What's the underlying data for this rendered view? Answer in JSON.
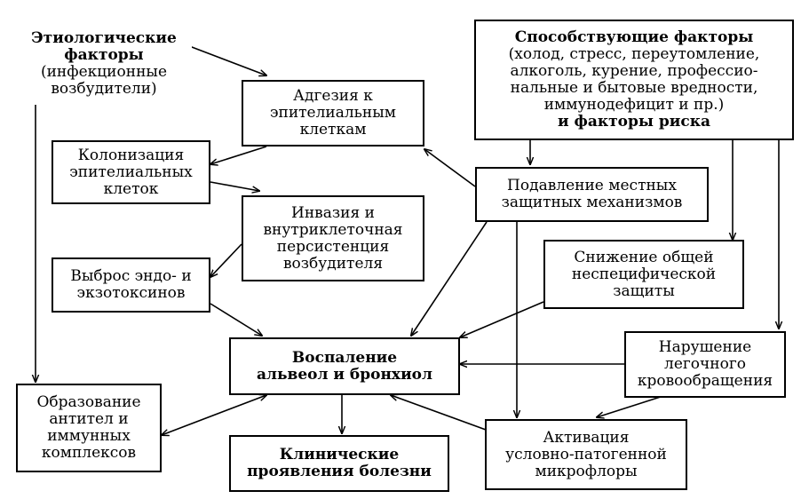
{
  "boxes": {
    "etiology": {
      "title": [
        "Этиологические",
        "факторы"
      ],
      "sub": [
        "(инфекционные",
        "возбудители)"
      ]
    },
    "contributing": {
      "title": "Способствующие факторы",
      "sub": [
        "(холод, стресс, переутомление,",
        "алкоголь, курение, профессио-",
        "нальные и бытовые вредности,",
        "иммунодефицит и пр.)"
      ],
      "tail": "и факторы риска"
    },
    "adhesion": [
      "Адгезия к",
      "эпителиальным",
      "клеткам"
    ],
    "colonization": [
      "Колонизация",
      "эпителиальных",
      "клеток"
    ],
    "suppression": [
      "Подавление местных",
      "защитных механизмов"
    ],
    "invasion": [
      "Инвазия и",
      "внутриклеточная",
      "персистенция",
      "возбудителя"
    ],
    "toxins": [
      "Выброс эндо- и",
      "экзотоксинов"
    ],
    "nonspecific": [
      "Снижение общей",
      "неспецифической",
      "защиты"
    ],
    "inflammation": [
      "Воспаление",
      "альвеол и бронхиол"
    ],
    "circulation": [
      "Нарушение",
      "легочного",
      "кровообращения"
    ],
    "antibodies": [
      "Образование",
      "антител и",
      "иммунных",
      "комплексов"
    ],
    "clinical": [
      "Клинические",
      "проявления болезни"
    ],
    "activation": [
      "Активация",
      "условно-патогенной",
      "микрофлоры"
    ]
  }
}
